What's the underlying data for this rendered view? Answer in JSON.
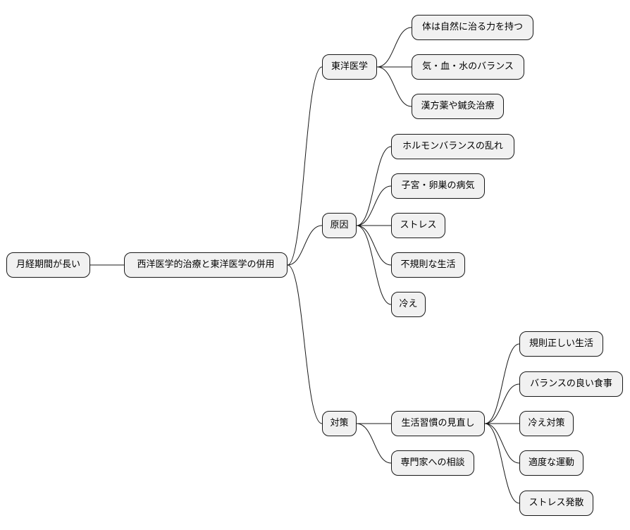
{
  "mindmap": {
    "root": "月経期間が長い",
    "center": "西洋医学的治療と東洋医学の併用",
    "branches": {
      "east": {
        "label": "東洋医学",
        "items": [
          "体は自然に治る力を持つ",
          "気・血・水のバランス",
          "漢方薬や鍼灸治療"
        ]
      },
      "cause": {
        "label": "原因",
        "items": [
          "ホルモンバランスの乱れ",
          "子宮・卵巣の病気",
          "ストレス",
          "不規則な生活",
          "冷え"
        ]
      },
      "measures": {
        "label": "対策",
        "lifestyle": {
          "label": "生活習慣の見直し",
          "items": [
            "規則正しい生活",
            "バランスの良い食事",
            "冷え対策",
            "適度な運動",
            "ストレス発散"
          ]
        },
        "consult": "専門家への相談"
      }
    }
  }
}
